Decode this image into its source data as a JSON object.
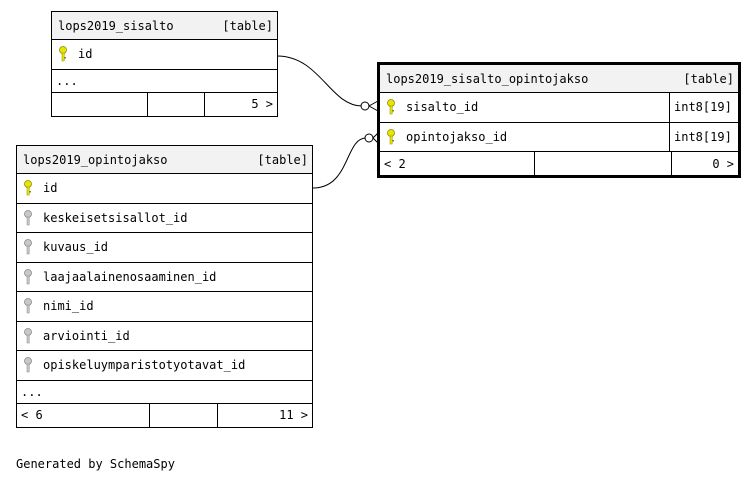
{
  "tables": {
    "sisalto": {
      "name": "lops2019_sisalto",
      "kind": "[table]",
      "columns": [
        {
          "name": "id",
          "key": "primary"
        }
      ],
      "more": "...",
      "footer": {
        "parents": "",
        "children": "5 >"
      }
    },
    "sisalto_opintojakso": {
      "name": "lops2019_sisalto_opintojakso",
      "kind": "[table]",
      "columns": [
        {
          "name": "sisalto_id",
          "type": "int8[19]",
          "key": "primary"
        },
        {
          "name": "opintojakso_id",
          "type": "int8[19]",
          "key": "primary"
        }
      ],
      "footer": {
        "parents": "< 2",
        "children": "0 >"
      }
    },
    "opintojakso": {
      "name": "lops2019_opintojakso",
      "kind": "[table]",
      "columns": [
        {
          "name": "id",
          "key": "primary"
        },
        {
          "name": "keskeisetsisallot_id",
          "key": "foreign"
        },
        {
          "name": "kuvaus_id",
          "key": "foreign"
        },
        {
          "name": "laajaalainenosaaminen_id",
          "key": "foreign"
        },
        {
          "name": "nimi_id",
          "key": "foreign"
        },
        {
          "name": "arviointi_id",
          "key": "foreign"
        },
        {
          "name": "opiskeluymparistotyotavat_id",
          "key": "foreign"
        }
      ],
      "more": "...",
      "footer": {
        "parents": "< 6",
        "children": "11 >"
      }
    }
  },
  "colors": {
    "primary_key": "#e6e600",
    "foreign_key": "#a8a8a8",
    "header_bg": "#f2f2f2"
  },
  "caption": "Generated by SchemaSpy"
}
